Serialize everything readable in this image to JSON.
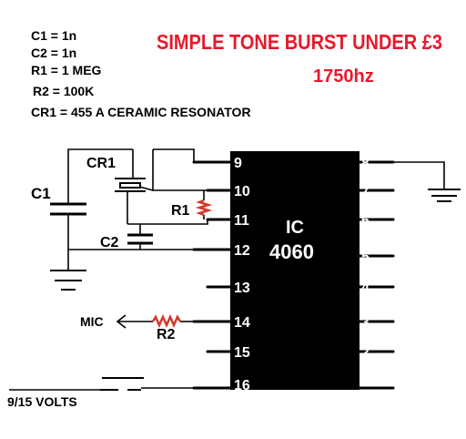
{
  "title": "SIMPLE TONE BURST UNDER £3",
  "frequency": "1750hz",
  "legend": [
    "C1 = 1n",
    "C2 =  1n",
    "R1 = 1 MEG",
    "R2 = 100K",
    "CR1 = 455 A CERAMIC RESONATOR"
  ],
  "ic": {
    "line1": "IC",
    "line2": "4060"
  },
  "pins_left": [
    "9",
    "10",
    "11",
    "12",
    "13",
    "14",
    "15",
    "16"
  ],
  "pins_right": [
    "8",
    "7",
    "6",
    "5",
    "4",
    "3",
    "2",
    "1"
  ],
  "components": {
    "c1": "C1",
    "c2": "C2",
    "r1": "R1",
    "r2": "R2",
    "cr1": "CR1",
    "mic": "MIC",
    "supply": "9/15 VOLTS"
  },
  "colors": {
    "title": "#e8192c",
    "resistor": "#d2382c",
    "ic_body": "#000000",
    "wire": "#000000",
    "text": "#000000"
  }
}
